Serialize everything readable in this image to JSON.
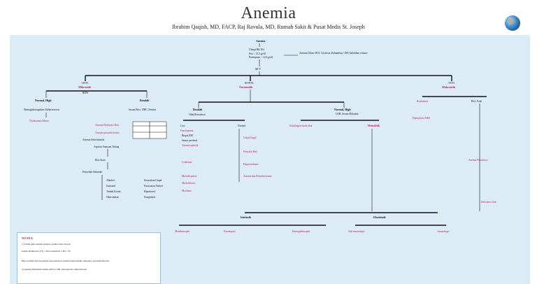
{
  "header": {
    "title": "Anemia",
    "subtitle": "Ibrahim Qaqish, MD, FACP, Raj Ravula, MD, Rumah Sakit & Pusat Medis St. Joseph"
  },
  "flow": {
    "root": "Anemia",
    "step1": "Ulangi Hb/ Hct",
    "step1_sub_a": "Pria < 13,5 gr/dl",
    "step1_sub_b": "Perempuan < 12,0 gr/dl",
    "step1_side": "Anemia Dilusi/ BUI, Cirrhosis, Kehamilan, CHF, kelebihan volume",
    "mcv": "MCV",
    "micro": {
      "range": "<80 FL",
      "label": "Mikrositik",
      "rdw": "RDW"
    },
    "normo": {
      "range": "80-99 FL",
      "label": "Normositik"
    },
    "macro": {
      "range": ">99 FL",
      "label": "Makrositik"
    },
    "micro_left": "Normal, High",
    "micro_left_a": "Hemoglobinopathies Elektroforesis",
    "micro_left_b": "Thalassemia Minor",
    "micro_right": "Rendah",
    "micro_right_a": "Serum Besi, TIBC, Ferritin",
    "micro_right_c": "Anemia Defisiensi Besi",
    "micro_right_d": "Anemia penyakit kronis",
    "micro_right_e": "Anemia Sideroblastik",
    "micro_right_f": "Aspirasi Sumsum Tulang",
    "micro_right_g": "Besi Stain",
    "micro_right_h": "Penyebab Sekunder",
    "micro_right_list": [
      "Alkohol",
      "Isoniazid",
      "Timbal Kronis",
      "Obat-obatan"
    ],
    "micro_right_rhs": [
      "Kerusakan Ginjal",
      "Keracunan Timbal",
      "Hipertiroid",
      "Kongenital"
    ],
    "normo_low": "Rendah",
    "normo_low_a": "Nilai Reticulosit",
    "normo_low_b": "Pansitopenia",
    "normo_low_list": [
      "Biopsi BM",
      "Smear periferal",
      "Anemia aplastik",
      "Leukemia",
      "Mielodisplasia",
      "Mielofibrosis",
      "Myeloma"
    ],
    "normo_normal": "Normal",
    "normo_normal_list": [
      "Ginjal Gagal",
      "Penyakit Hati",
      "Hipotiroidisme",
      "Anemia dan Penyakit kronis"
    ],
    "normo_high": "Normal, High",
    "normo_high_a": "LDH, Serum Bilirubin",
    "normo_high_b": "Kehilangan darah akut",
    "normo_high_c": "Hemolitik",
    "bottom_mid": "Intrinsik",
    "bottom_right": "Ekstrinsik",
    "bottom_left_a": "Membranopati",
    "bottom_left_b": "Enzimopati",
    "bottom_left_c": "Hemoglobinopati",
    "bottom_right_a": "Non-imunologis",
    "bottom_right_b": "Imunologis",
    "macro_a": "Retikulosit",
    "macro_b": "B12, Folat",
    "macro_c": "Hiperplasia MDS",
    "macro_d": "Anemia Pernisiosa",
    "macro_e": "Defisiensi folat"
  },
  "notes": {
    "heading": "NOTES:",
    "lines": [
      "1) Untuk jenis anemia apapun, periksa ulan riwayat",
      "Indeks Retikulosit (TI) = nilai retikulosit x Hct / 45",
      "Hipovolemik dan despatieni pada keadaan anemia sideroblastik, mieloma, dan mielofibrosis",
      "2) Anemia Hemolitik dalam ANTI, LDH, haptoglobin, mikrosferosit"
    ]
  },
  "colors": {
    "panel": "#dcecf7",
    "accent": "#c2185b"
  }
}
